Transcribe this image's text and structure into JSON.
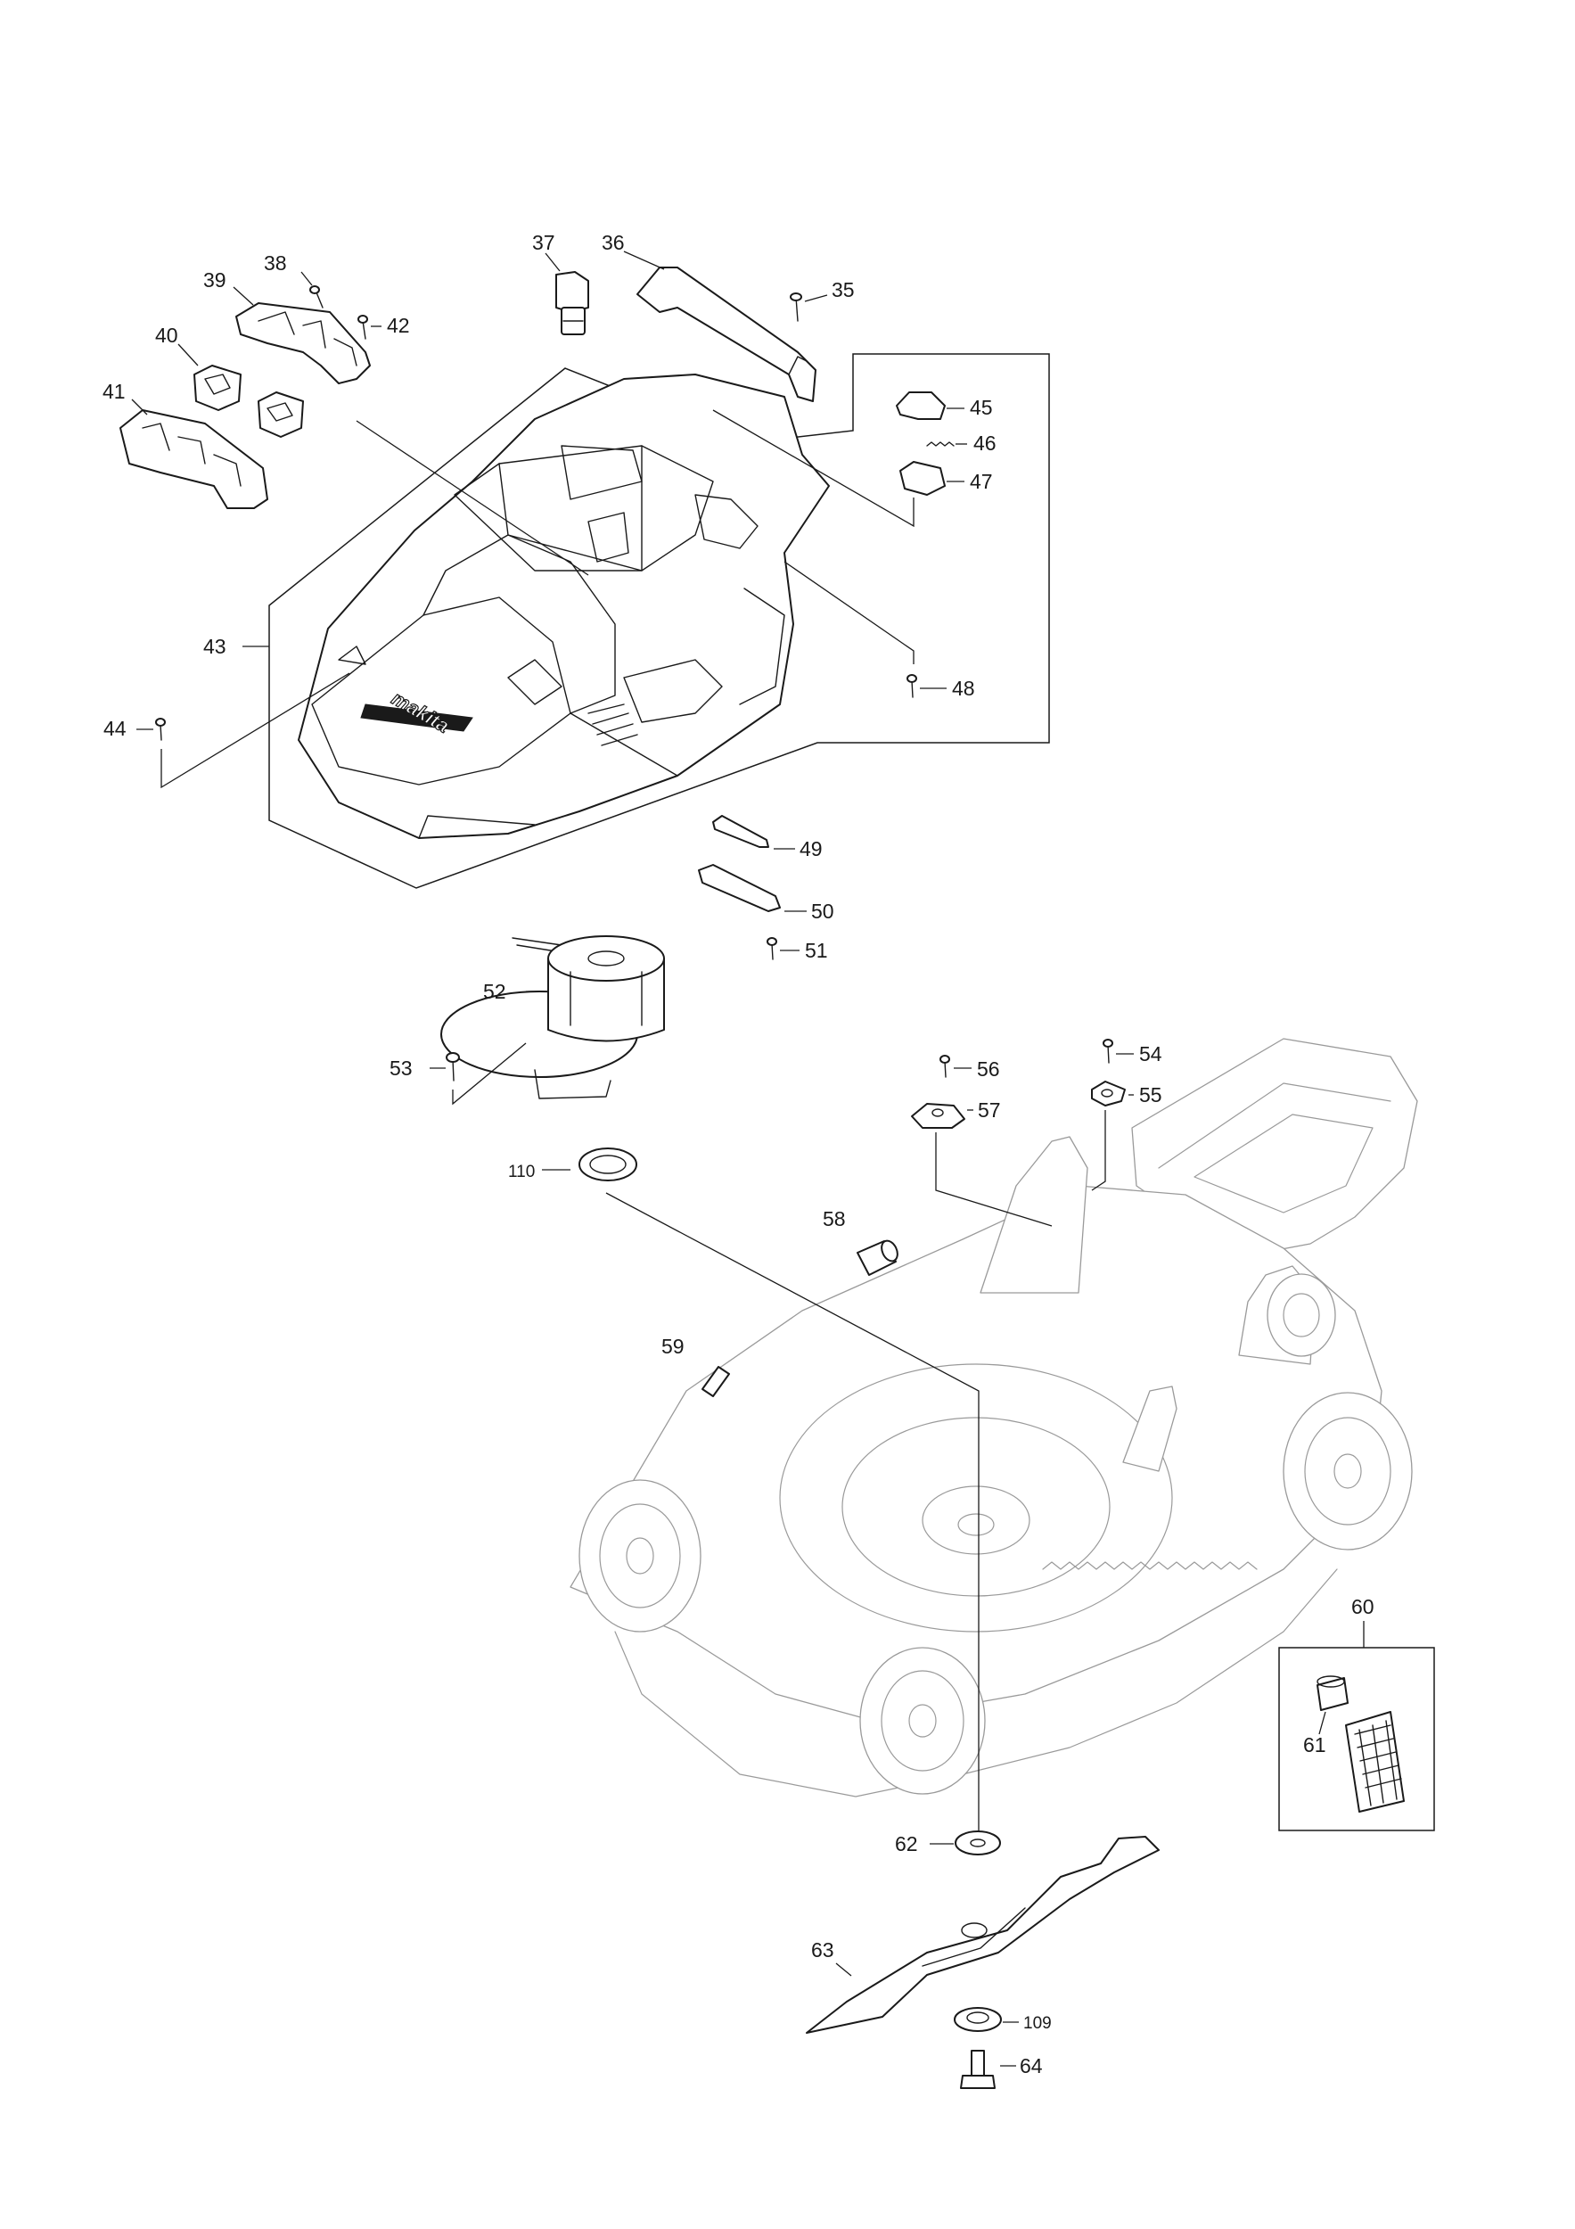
{
  "diagram": {
    "brand_text": "makita",
    "callouts": {
      "p35": "35",
      "p36": "36",
      "p37": "37",
      "p38": "38",
      "p39": "39",
      "p40": "40",
      "p41": "41",
      "p42": "42",
      "p43": "43",
      "p44": "44",
      "p45": "45",
      "p46": "46",
      "p47": "47",
      "p48": "48",
      "p49": "49",
      "p50": "50",
      "p51": "51",
      "p52": "52",
      "p53": "53",
      "p54": "54",
      "p55": "55",
      "p56": "56",
      "p57": "57",
      "p58": "58",
      "p59": "59",
      "p60": "60",
      "p61": "61",
      "p62": "62",
      "p63": "63",
      "p64": "64",
      "p109": "109",
      "p110": "110"
    }
  }
}
